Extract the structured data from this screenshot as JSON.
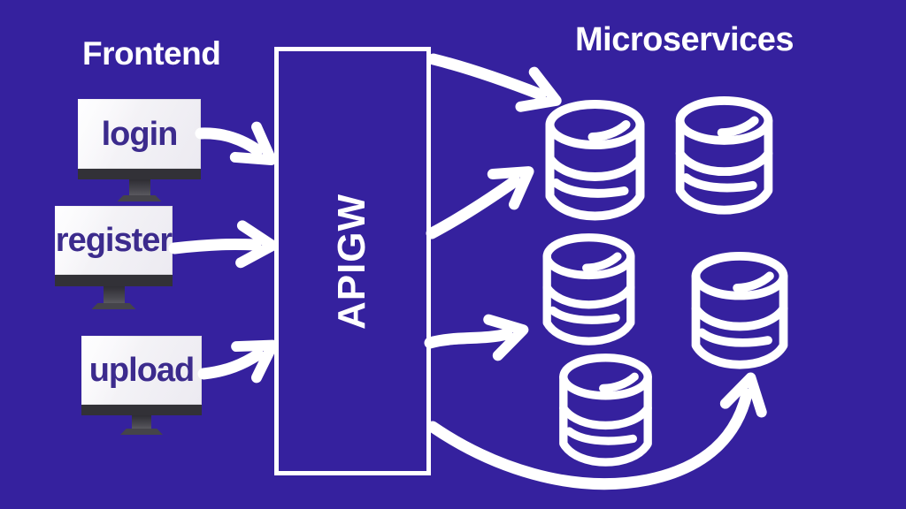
{
  "title": "Frontend to Microservices via API Gateway architecture diagram",
  "colors": {
    "background": "#35219e",
    "line": "#ffffff",
    "monitor_screen": "#f3f2f6",
    "monitor_frame": "#323137",
    "monitor_label_text": "#3c2b8d"
  },
  "headings": {
    "frontend": "Frontend",
    "microservices": "Microservices"
  },
  "frontend": {
    "monitors": [
      {
        "label": "login",
        "icon": "monitor-icon"
      },
      {
        "label": "register",
        "icon": "monitor-icon"
      },
      {
        "label": "upload",
        "icon": "monitor-icon"
      }
    ]
  },
  "gateway": {
    "label": "APIGW"
  },
  "microservices": {
    "service_count": 5,
    "icon": "database-cylinder-icon"
  },
  "edges": [
    {
      "from": "login",
      "to": "APIGW",
      "style": "hand-drawn-arrow"
    },
    {
      "from": "register",
      "to": "APIGW",
      "style": "hand-drawn-arrow"
    },
    {
      "from": "upload",
      "to": "APIGW",
      "style": "hand-drawn-arrow"
    },
    {
      "from": "APIGW",
      "to": "service-1",
      "style": "hand-drawn-arrow"
    },
    {
      "from": "APIGW",
      "to": "service-1",
      "style": "hand-drawn-arrow"
    },
    {
      "from": "APIGW",
      "to": "service-3",
      "style": "hand-drawn-arrow"
    },
    {
      "from": "APIGW",
      "to": "service-4",
      "style": "hand-drawn-curved-arrow"
    }
  ]
}
